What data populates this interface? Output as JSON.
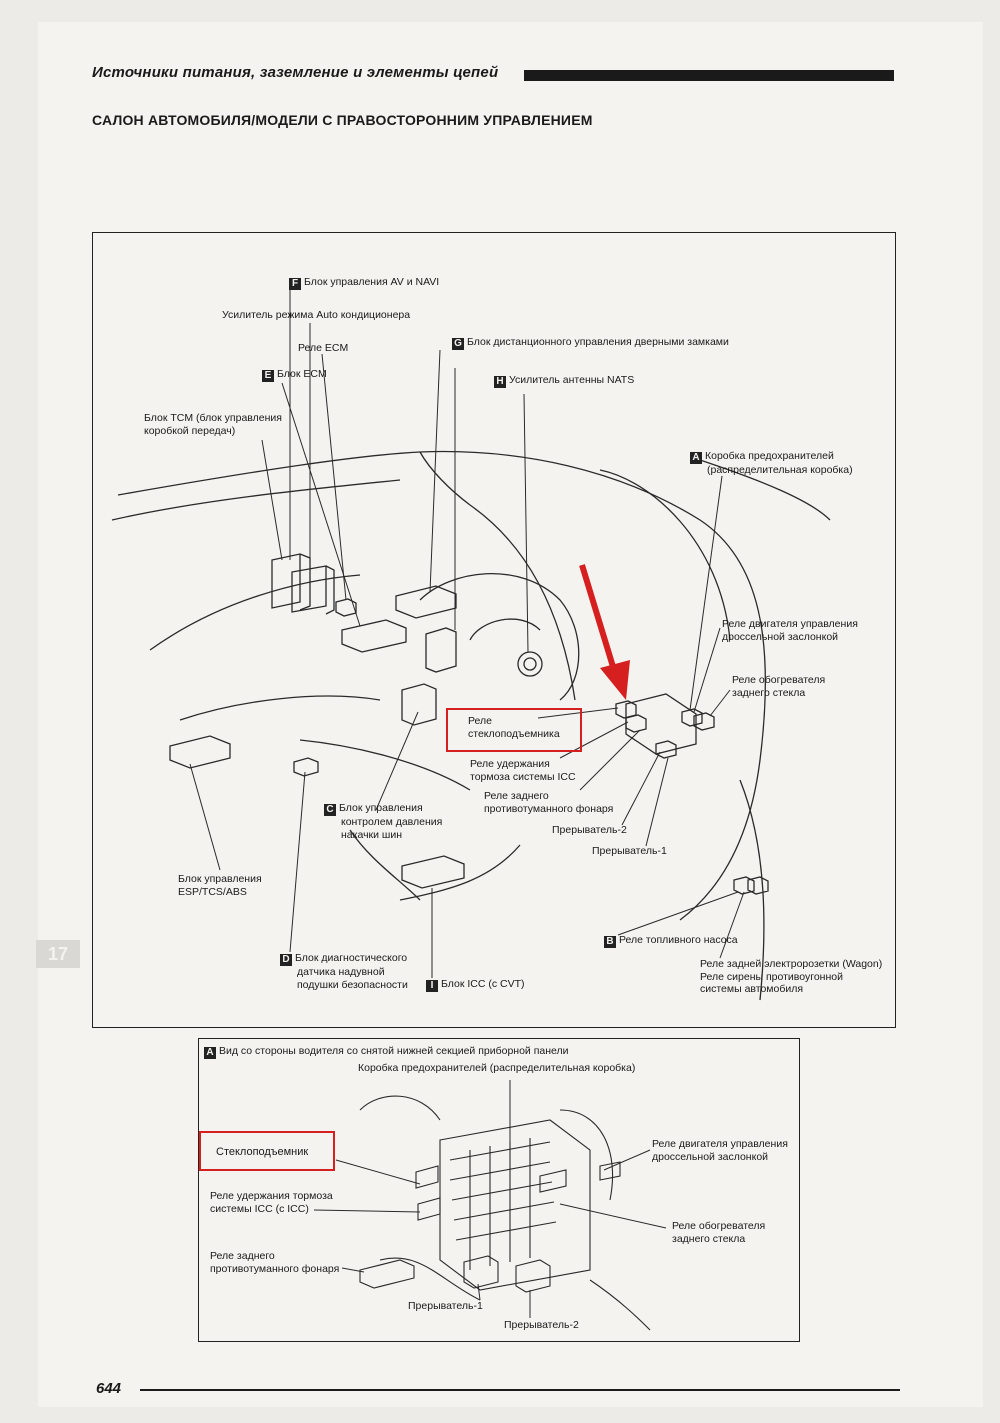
{
  "header": {
    "section_title": "Источники питания, заземление и элементы цепей",
    "subtitle": "САЛОН АВТОМОБИЛЯ/МОДЕЛИ С ПРАВОСТОРОННИМ УПРАВЛЕНИЕМ",
    "side_tab": "17"
  },
  "main_diagram": {
    "labels": {
      "f_av_navi": {
        "badge": "F",
        "text": "Блок управления AV и NAVI"
      },
      "auto_ac_amp": {
        "text": "Усилитель режима Auto кондиционера"
      },
      "ecm_relay": {
        "text": "Реле ECM"
      },
      "ecm_block": {
        "badge": "E",
        "text": "Блок ECM"
      },
      "tcm_block": {
        "lines": [
          "Блок TCM (блок управления",
          "коробкой передач)"
        ]
      },
      "g_door_locks": {
        "badge": "G",
        "text": "Блок дистанционного управления дверными замками"
      },
      "h_nats": {
        "badge": "H",
        "text": "Усилитель антенны NATS"
      },
      "a_fuse_box": {
        "badge": "A",
        "lines": [
          "Коробка предохранителей",
          "(распределительная коробка)"
        ]
      },
      "throttle_relay": {
        "lines": [
          "Реле двигателя управления",
          "дроссельной заслонкой"
        ]
      },
      "rear_defog_relay": {
        "lines": [
          "Реле обогревателя",
          "заднего стекла"
        ]
      },
      "window_relay": {
        "lines": [
          "Реле",
          "стеклоподъемника"
        ]
      },
      "icc_brake_relay": {
        "lines": [
          "Реле удержания",
          "тормоза системы ICC"
        ]
      },
      "rear_fog_relay": {
        "lines": [
          "Реле заднего",
          "противотуманного фонаря"
        ]
      },
      "breaker2": {
        "text": "Прерыватель-2"
      },
      "breaker1": {
        "text": "Прерыватель-1"
      },
      "c_tpms": {
        "badge": "C",
        "lines": [
          "Блок управления",
          "контролем давления",
          "накачки шин"
        ]
      },
      "esp_block": {
        "lines": [
          "Блок управления",
          "ESP/TCS/ABS"
        ]
      },
      "d_airbag": {
        "badge": "D",
        "lines": [
          "Блок диагностического",
          "датчика надувной",
          "подушки безопасности"
        ]
      },
      "i_icc": {
        "badge": "I",
        "text": "Блок ICC (с CVT)"
      },
      "b_fuel_pump": {
        "badge": "B",
        "text": "Реле топливного насоса"
      },
      "rear_socket_relay": {
        "lines": [
          "Реле задней электророзетки (Wagon)",
          "Реле сирены противоугонной",
          "системы автомобиля"
        ]
      }
    }
  },
  "inset": {
    "title_badge": "A",
    "title": "Вид со стороны водителя со снятой нижней секцией приборной панели",
    "labels": {
      "fuse_box": "Коробка предохранителей (распределительная коробка)",
      "window": "Стеклоподъемник",
      "throttle": [
        "Реле двигателя управления",
        "дроссельной заслонкой"
      ],
      "icc_brake": [
        "Реле удержания тормоза",
        "системы ICC (с ICC)"
      ],
      "defog": [
        "Реле обогревателя",
        "заднего стекла"
      ],
      "rear_fog": [
        "Реле заднего",
        "противотуманного фонаря"
      ],
      "breaker1": "Прерыватель-1",
      "breaker2": "Прерыватель-2"
    }
  },
  "footer": {
    "page_number": "644"
  },
  "colors": {
    "highlight": "#d62020",
    "ink": "#1a1a1a",
    "paper": "#f4f3f0"
  }
}
